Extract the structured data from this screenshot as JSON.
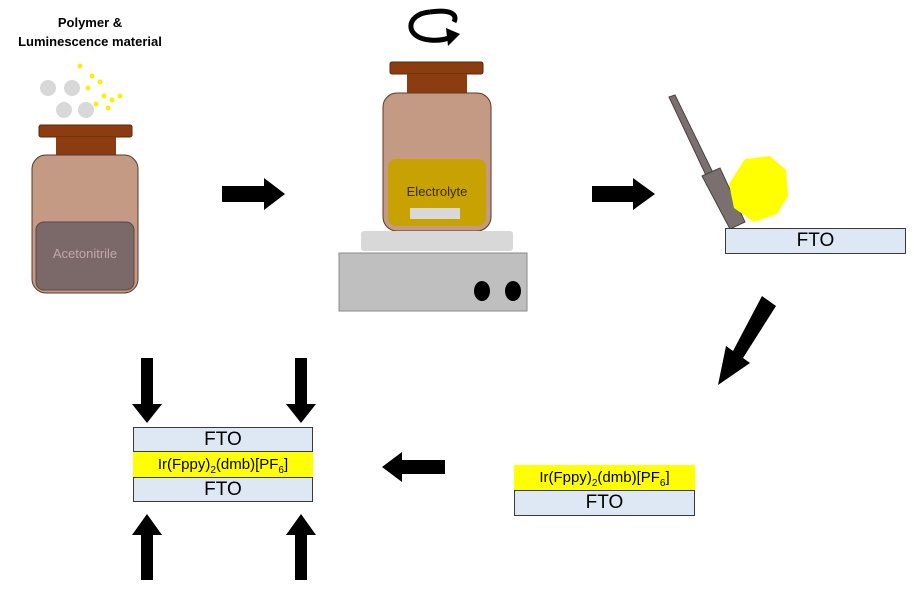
{
  "materials_label_line1": "Polymer &",
  "materials_label_line2": "Luminescence material",
  "solvent_label": "Acetonitrile",
  "electrolyte_label": "Electrolyte",
  "substrate_label": "FTO",
  "complex_label": {
    "part1": "Ir(Fppy)",
    "sub1": "2",
    "part2": "(dmb)[PF",
    "sub2": "6",
    "part3": "]"
  },
  "colors": {
    "jar_body": "#c49a84",
    "jar_lid": "#8b3c10",
    "solvent": "#7b6868",
    "electrolyte": "#c8a200",
    "emitter": "#ffff00",
    "fto": "#dde8f4"
  }
}
